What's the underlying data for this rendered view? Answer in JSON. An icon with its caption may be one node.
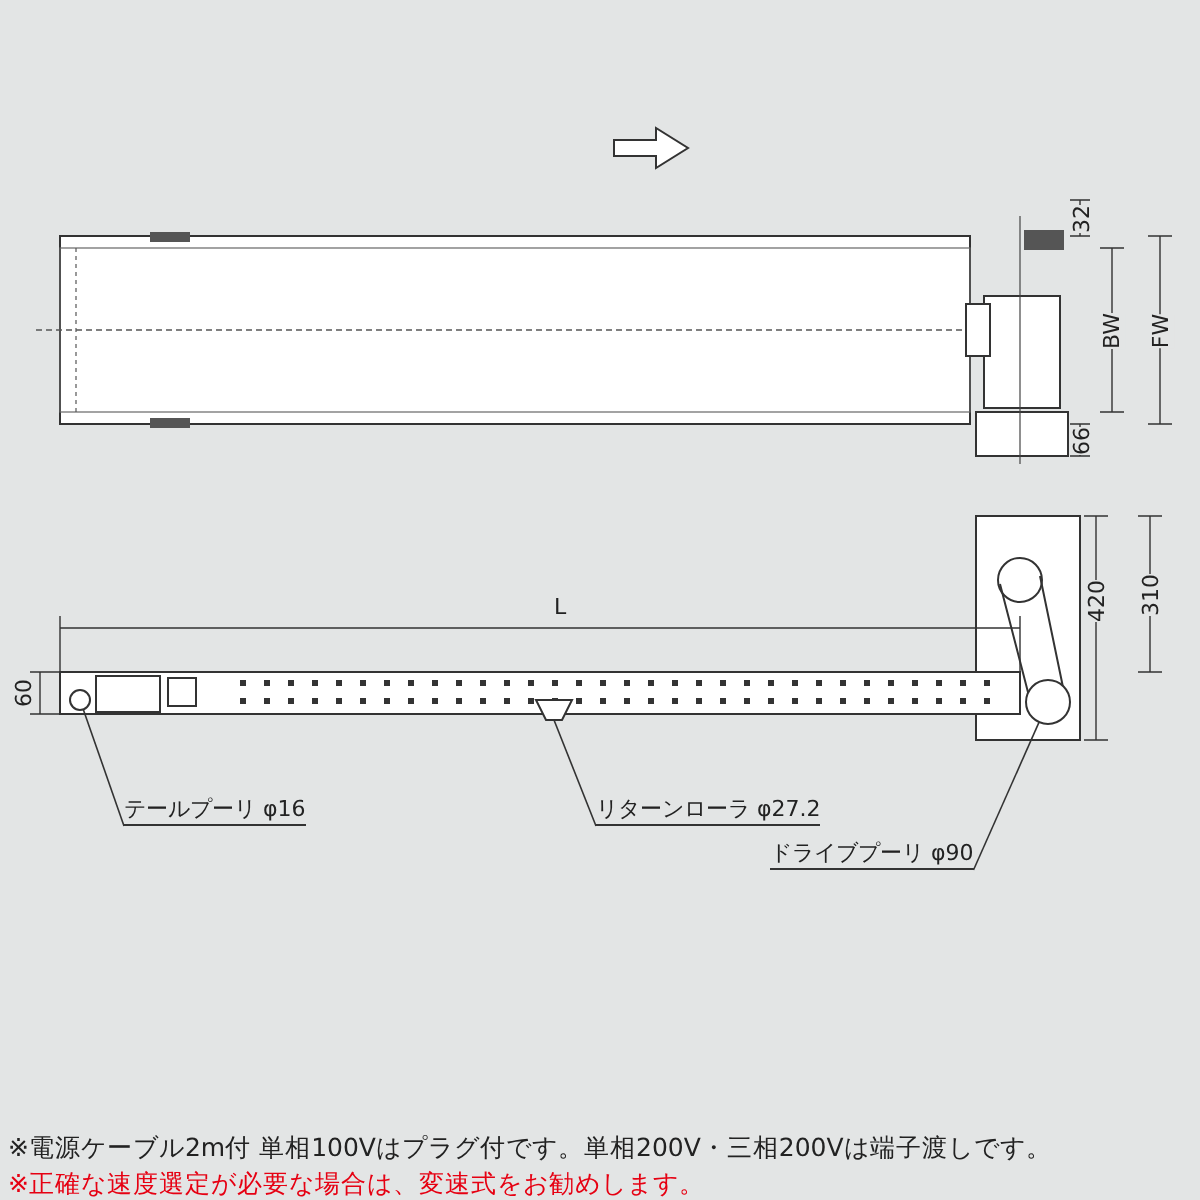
{
  "diagram": {
    "nodes": [
      {
        "text": [
          "テールプーリ φ16"
        ]
      },
      {
        "text": [],
        "shape": "circle"
      },
      {
        "text": [
          "リターンローラ φ27.2"
        ]
      },
      {
        "text": [],
        "shape": "box"
      },
      {
        "text": [
          "ドライブプーリ φ90"
        ]
      },
      {
        "text": [],
        "shape": "circle"
      }
    ],
    "edges": [
      {
        "from": 0,
        "to": 1,
        "arrow": "none"
      },
      {
        "from": 2,
        "to": 3,
        "arrow": "none"
      },
      {
        "from": 4,
        "to": 5,
        "arrow": "none"
      }
    ],
    "labels": [
      "32",
      "BW",
      "FW",
      "66",
      "L",
      "420",
      "310",
      "60",
      "※電源ケーブル2m付  単相100Vはプラグ付です。単相200V・三相200Vは端子渡しです。",
      "※正確な速度選定が必要な場合は、変速式をお勧めします。"
    ]
  }
}
